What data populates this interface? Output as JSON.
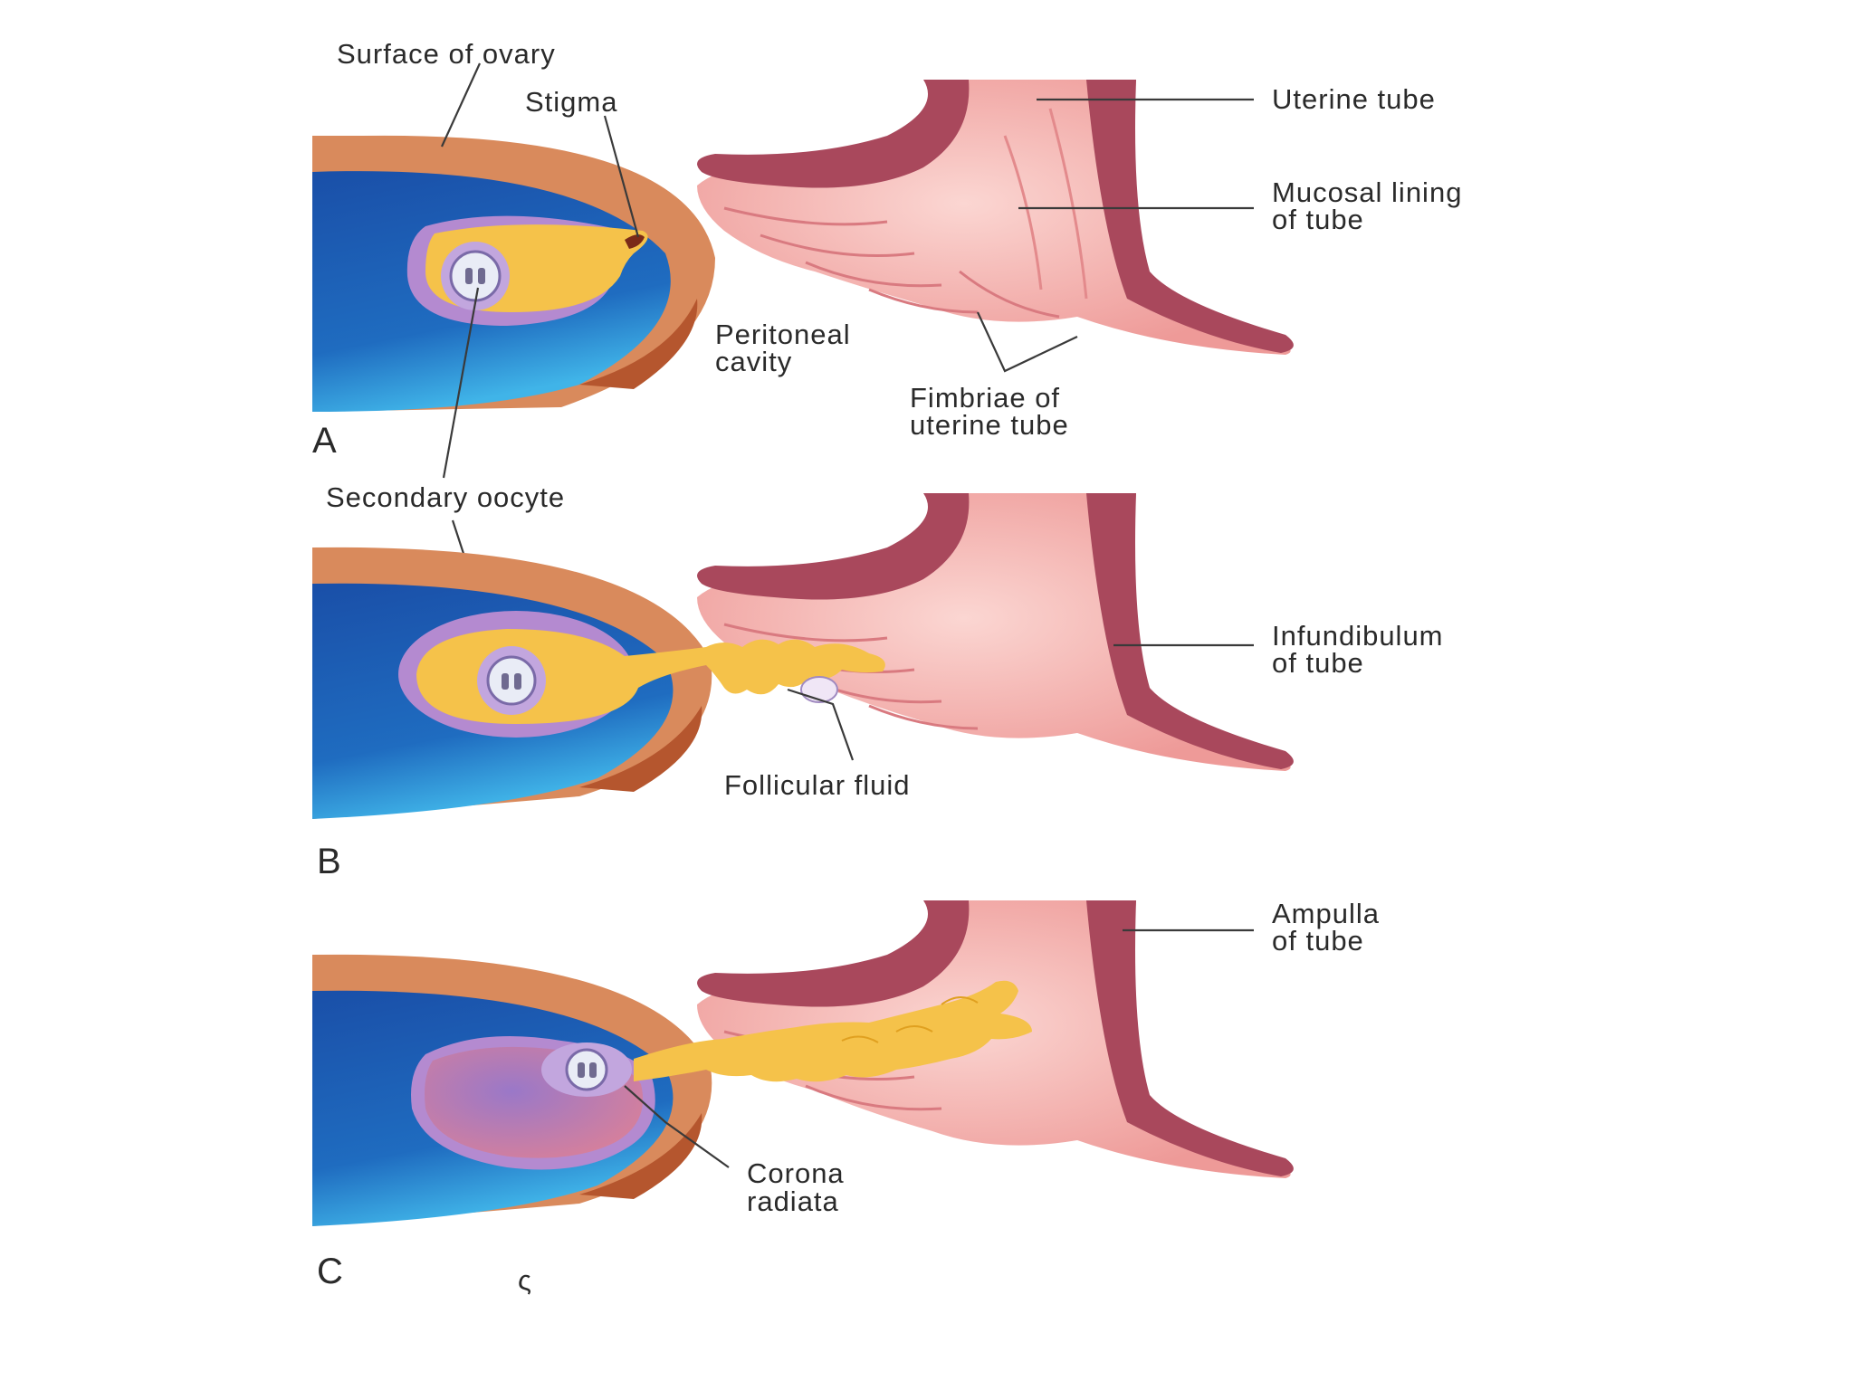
{
  "labels": {
    "surface_of_ovary": "Surface of ovary",
    "stigma": "Stigma",
    "uterine_tube": "Uterine tube",
    "mucosal_lining_1": "Mucosal lining",
    "mucosal_lining_2": "of tube",
    "peritoneal_1": "Peritoneal",
    "peritoneal_2": "cavity",
    "fimbriae_1": "Fimbriae of",
    "fimbriae_2": "uterine tube",
    "secondary_oocyte": "Secondary oocyte",
    "infundibulum_1": "Infundibulum",
    "infundibulum_2": "of tube",
    "follicular_fluid": "Follicular fluid",
    "ampulla_1": "Ampulla",
    "ampulla_2": "of tube",
    "corona_1": "Corona",
    "corona_2": "radiata",
    "stray_mark": "ς"
  },
  "panels": [
    {
      "letter": "A"
    },
    {
      "letter": "B"
    },
    {
      "letter": "C"
    }
  ],
  "colors": {
    "ovary_capsule": "#d98a5c",
    "ovary_capsule_dark": "#b5562e",
    "ovary_interior": "#1e63b8",
    "ovary_interior_light": "#3aa8e0",
    "follicle_wall": "#b48ad0",
    "follicle_fluid": "#f5c24a",
    "tube_mucosa": "#f2a8a4",
    "tube_wall": "#a9485c",
    "corpus": "#c98ab8"
  }
}
